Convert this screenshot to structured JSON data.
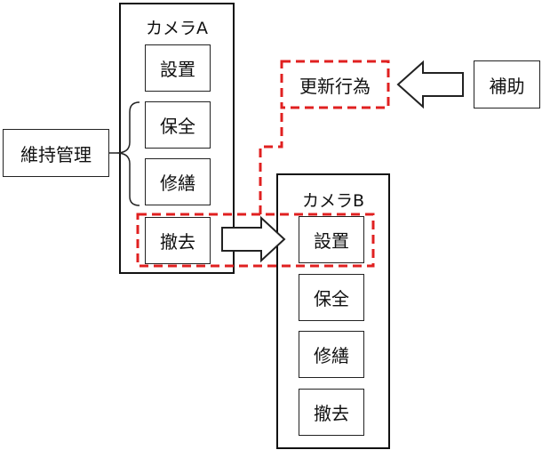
{
  "camera_a": {
    "title": "カメラA",
    "steps": [
      "設置",
      "保全",
      "修繕",
      "撤去"
    ]
  },
  "camera_b": {
    "title": "カメラB",
    "steps": [
      "設置",
      "保全",
      "修繕",
      "撤去"
    ]
  },
  "maintenance_label": "維持管理",
  "update_act_label": "更新行為",
  "subsidy_label": "補助",
  "colors": {
    "dashed_highlight": "#e02020",
    "stroke": "#222222"
  }
}
